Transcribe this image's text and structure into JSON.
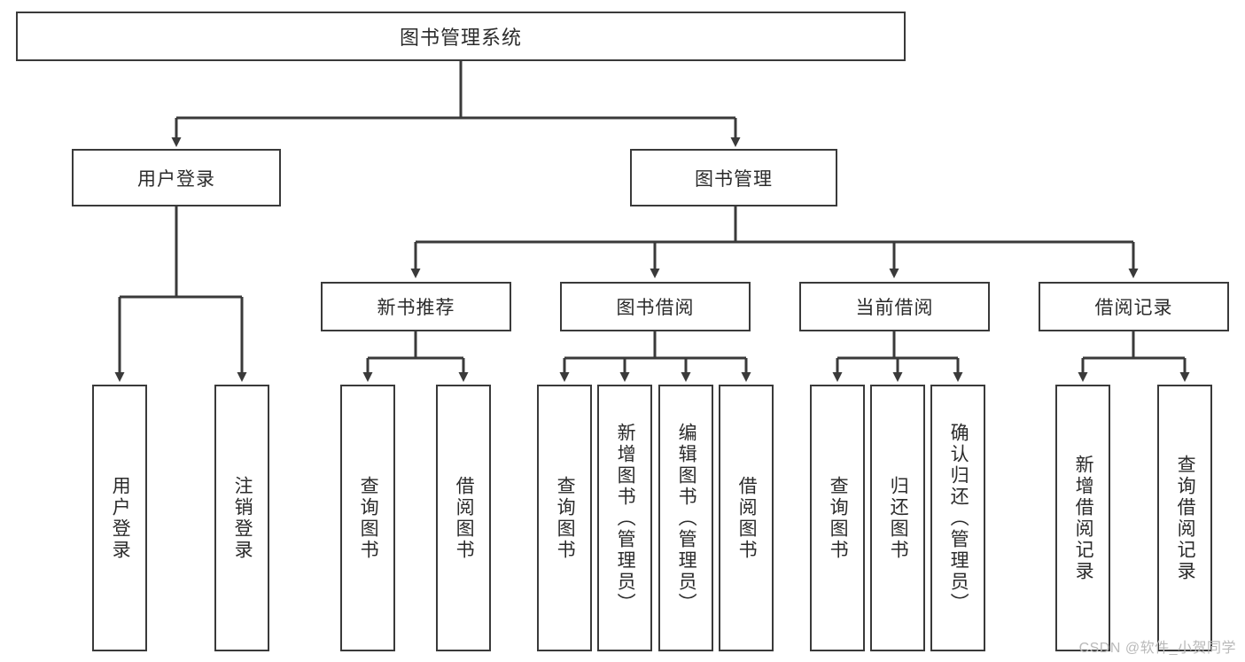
{
  "diagram": {
    "type": "tree-hierarchy",
    "title": "图书管理系统",
    "root": {
      "label": "图书管理系统"
    },
    "level2": [
      {
        "label": "用户登录"
      },
      {
        "label": "图书管理"
      }
    ],
    "level3": [
      {
        "label": "新书推荐"
      },
      {
        "label": "图书借阅"
      },
      {
        "label": "当前借阅"
      },
      {
        "label": "借阅记录"
      }
    ],
    "leaves": {
      "user_login": [
        {
          "label": "用户登录"
        },
        {
          "label": "注销登录"
        }
      ],
      "new_book_recommend": [
        {
          "label": "查询图书"
        },
        {
          "label": "借阅图书"
        }
      ],
      "book_borrow": [
        {
          "label": "查询图书"
        },
        {
          "label": "新增图书（管理员）"
        },
        {
          "label": "编辑图书（管理员）"
        },
        {
          "label": "借阅图书"
        }
      ],
      "current_borrow": [
        {
          "label": "查询图书"
        },
        {
          "label": "归还图书"
        },
        {
          "label": "确认归还（管理员）"
        }
      ],
      "borrow_record": [
        {
          "label": "新增借阅记录"
        },
        {
          "label": "查询借阅记录"
        }
      ]
    }
  },
  "watermark": {
    "text": "CSDN @软件_小贺同学"
  },
  "colors": {
    "stroke": "#3a3a3a",
    "text": "#2b2b2b",
    "background": "#ffffff",
    "watermark": "#b9b9b9"
  }
}
